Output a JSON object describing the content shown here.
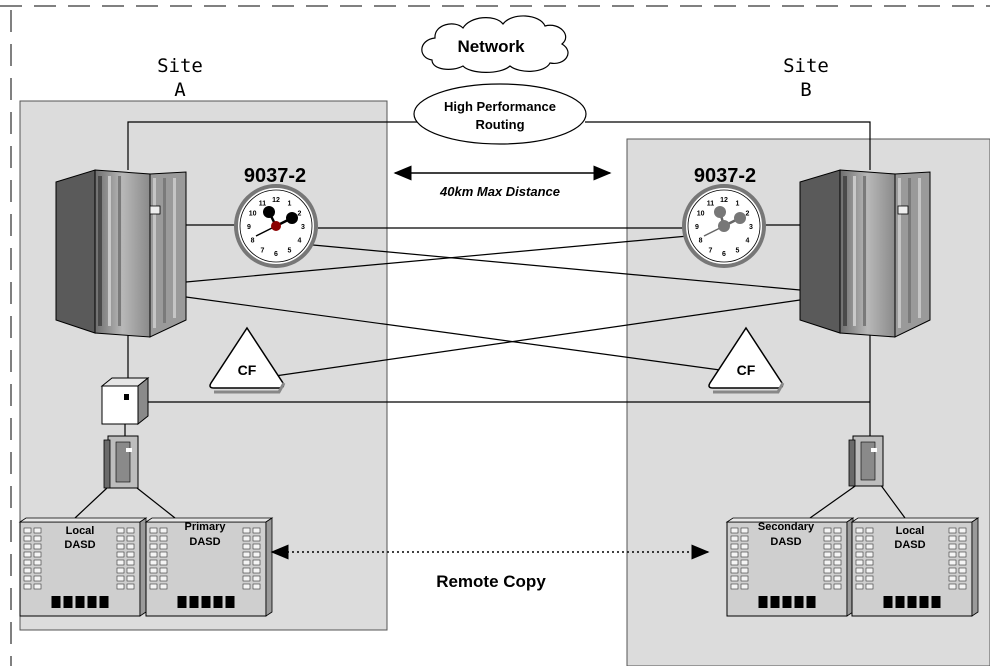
{
  "site_a": {
    "label_line1": "Site",
    "label_line2": "A"
  },
  "site_b": {
    "label_line1": "Site",
    "label_line2": "B"
  },
  "network": {
    "cloud_label": "Network",
    "hpr_line1": "High Performance",
    "hpr_line2": "Routing"
  },
  "timers": {
    "left_label": "9037-2",
    "right_label": "9037-2"
  },
  "distance_label": "40km Max Distance",
  "coupling_facility": {
    "left_label": "CF",
    "right_label": "CF"
  },
  "dasd": {
    "left_local_line1": "Local",
    "left_local_line2": "DASD",
    "left_primary_line1": "Primary",
    "left_primary_line2": "DASD",
    "right_secondary_line1": "Secondary",
    "right_secondary_line2": "DASD",
    "right_local_line1": "Local",
    "right_local_line2": "DASD"
  },
  "remote_copy_label": "Remote Copy",
  "clock_numbers": [
    "12",
    "1",
    "2",
    "3",
    "4",
    "5",
    "6",
    "7",
    "8",
    "9",
    "10",
    "11"
  ],
  "colors": {
    "site_fill": "#dcdcdc",
    "line": "#000000",
    "server_dark": "#8a8a8a"
  }
}
